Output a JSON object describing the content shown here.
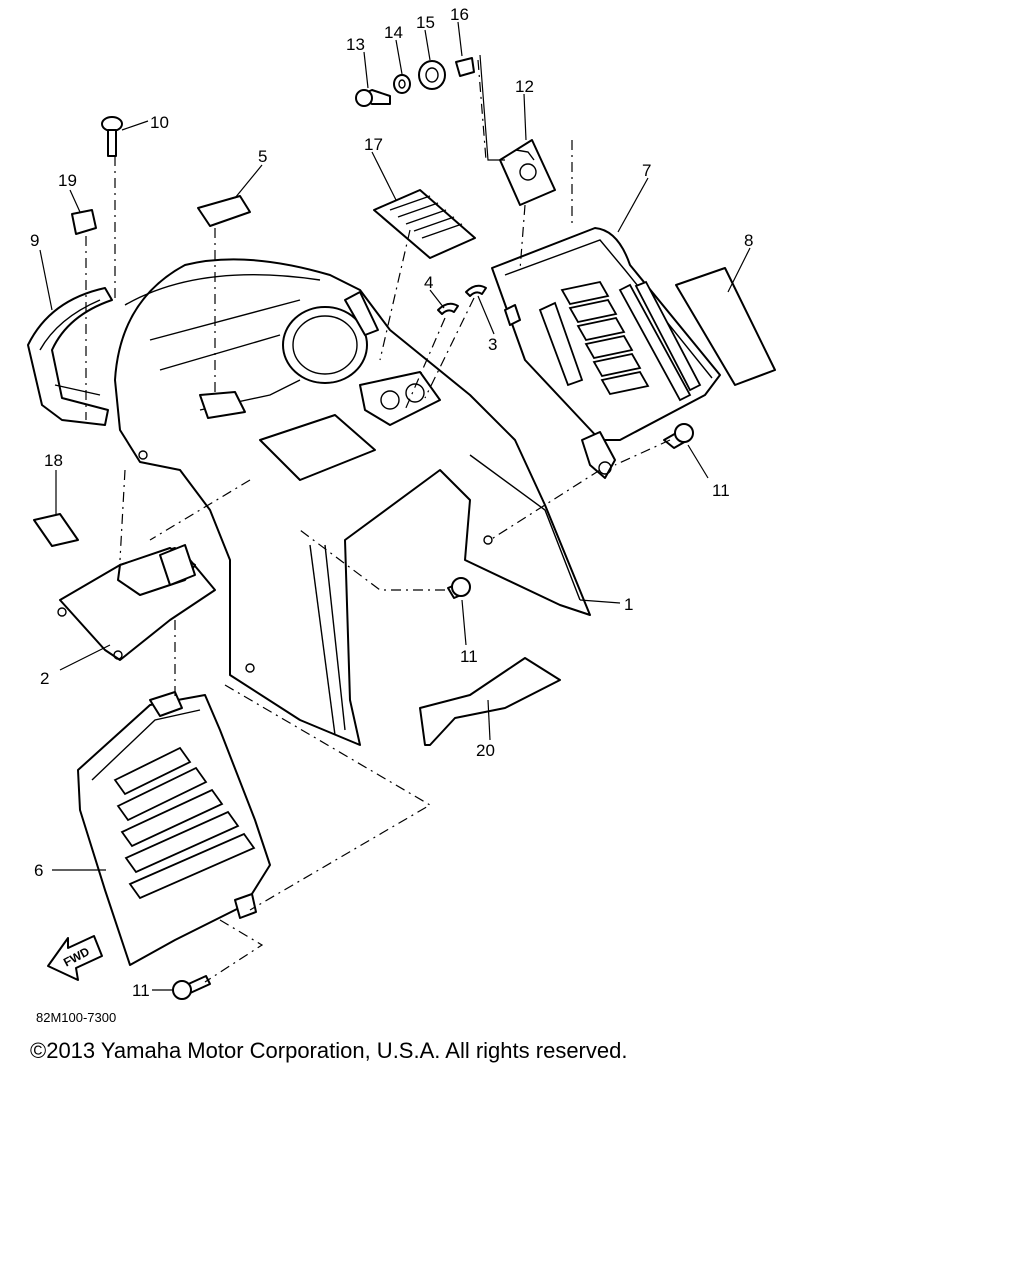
{
  "callouts": [
    {
      "id": "13",
      "label": "13"
    },
    {
      "id": "14",
      "label": "14"
    },
    {
      "id": "15",
      "label": "15"
    },
    {
      "id": "16",
      "label": "16"
    },
    {
      "id": "12",
      "label": "12"
    },
    {
      "id": "10",
      "label": "10"
    },
    {
      "id": "5",
      "label": "5"
    },
    {
      "id": "17",
      "label": "17"
    },
    {
      "id": "7",
      "label": "7"
    },
    {
      "id": "19",
      "label": "19"
    },
    {
      "id": "9",
      "label": "9"
    },
    {
      "id": "8",
      "label": "8"
    },
    {
      "id": "4",
      "label": "4"
    },
    {
      "id": "3",
      "label": "3"
    },
    {
      "id": "11a",
      "label": "11"
    },
    {
      "id": "18",
      "label": "18"
    },
    {
      "id": "1",
      "label": "1"
    },
    {
      "id": "11b",
      "label": "11"
    },
    {
      "id": "2",
      "label": "2"
    },
    {
      "id": "20",
      "label": "20"
    },
    {
      "id": "6",
      "label": "6"
    },
    {
      "id": "11c",
      "label": "11"
    }
  ],
  "direction_arrow": {
    "label": "FWD",
    "icon": "forward-arrow-icon"
  },
  "drawing_code": "82M100-7300",
  "copyright": "©2013 Yamaha Motor Corporation, U.S.A. All rights reserved."
}
